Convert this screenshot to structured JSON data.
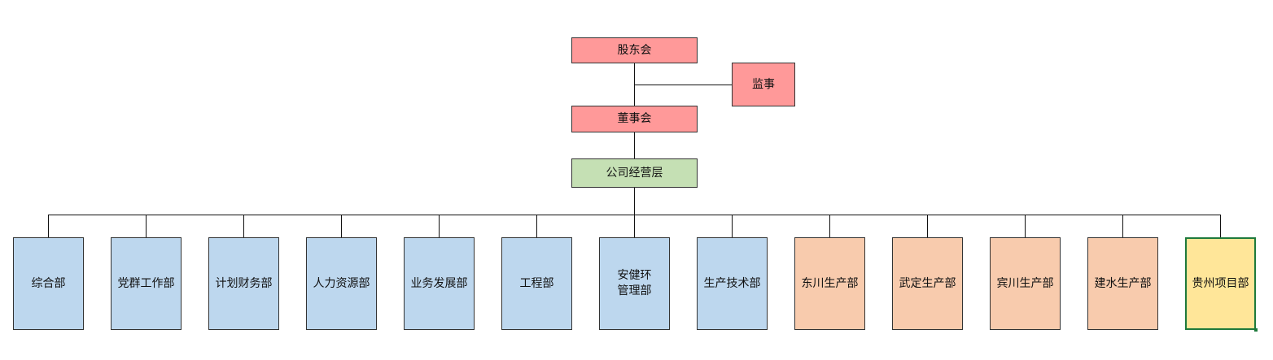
{
  "colors": {
    "governance": "#ff9999",
    "management": "#c5e0b4",
    "functional_dept": "#bdd7ee",
    "production_dept": "#f8cbad",
    "project_dept": "#ffe699",
    "selected_border": "#1e7a3c"
  },
  "org": {
    "shareholders": "股东会",
    "supervisor": "监事",
    "board": "董事会",
    "management": "公司经营层",
    "departments": [
      {
        "label": "综合部",
        "category": "functional"
      },
      {
        "label": "党群工作部",
        "category": "functional"
      },
      {
        "label": "计划财务部",
        "category": "functional"
      },
      {
        "label": "人力资源部",
        "category": "functional"
      },
      {
        "label": "业务发展部",
        "category": "functional"
      },
      {
        "label": "工程部",
        "category": "functional"
      },
      {
        "label": "安健环\n管理部",
        "category": "functional"
      },
      {
        "label": "生产技术部",
        "category": "functional"
      },
      {
        "label": "东川生产部",
        "category": "production"
      },
      {
        "label": "武定生产部",
        "category": "production"
      },
      {
        "label": "宾川生产部",
        "category": "production"
      },
      {
        "label": "建水生产部",
        "category": "production"
      },
      {
        "label": "贵州项目部",
        "category": "project"
      }
    ]
  }
}
